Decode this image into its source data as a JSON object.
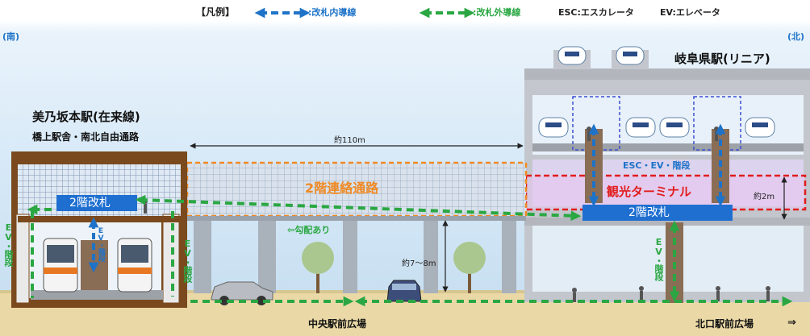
{
  "legend": {
    "title": "【凡例】",
    "inside_label": ":改札内導線",
    "outside_label": ":改札外導線",
    "esc": "ESC:エスカレータ",
    "ev": "EV:エレベータ",
    "inside_color": "#1e73c8",
    "outside_color": "#2aa742"
  },
  "direction": {
    "south": "(南)",
    "north": "(北)"
  },
  "mino_station": {
    "name": "美乃坂本駅(在来線)",
    "subtitle": "橋上駅舎・南北自由通路",
    "gate": "2階改札",
    "ev_inner": "EV・階段",
    "ev_left": "EV・階段",
    "ev_right": "EV・階段"
  },
  "corridor": {
    "label": "2階連絡通路",
    "length": "約110m",
    "slope": "⇦勾配あり",
    "height": "約7～8m"
  },
  "gifu_station": {
    "name": "岐阜県駅(リニア)",
    "esc_ev": "ESC・EV・階段",
    "terminal": "観光ターミナル",
    "gate": "2階改札",
    "height": "約2m",
    "ev_lower": "EV・階段"
  },
  "ground": {
    "central_plaza": "中央駅前広場",
    "north_plaza": "北口駅前広場",
    "north_arrow": "⇒"
  },
  "icons": [
    "double-arrow-icon",
    "maglev-train-icon",
    "local-train-icon",
    "car-icon",
    "tree-icon",
    "person-icon"
  ]
}
